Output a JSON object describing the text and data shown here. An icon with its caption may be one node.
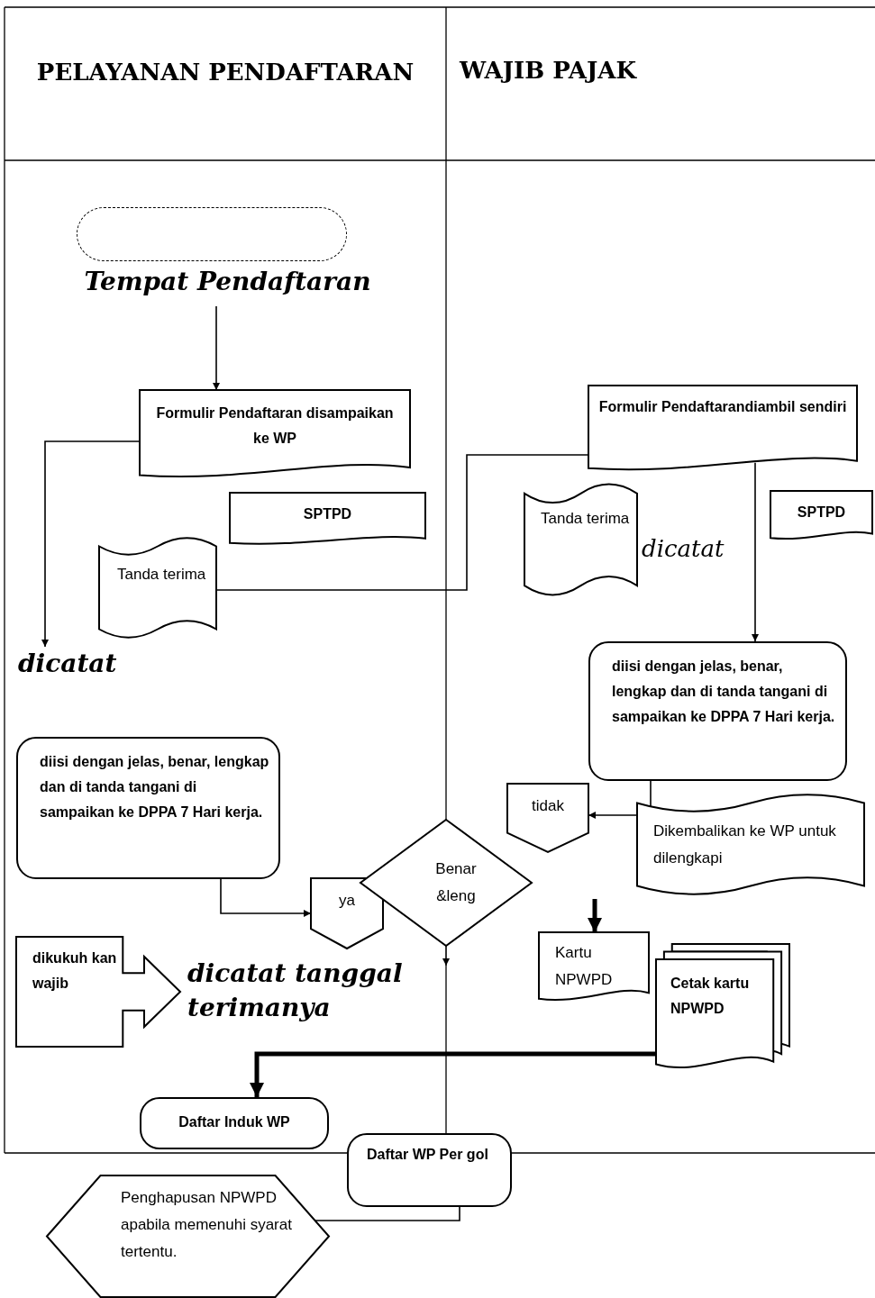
{
  "diagram": {
    "nodes": [
      {
        "text": [
          "Tempat Pendaftaran"
        ]
      },
      {
        "text": [
          "Formulir Pendaftaran disampaikan ke WP"
        ]
      },
      {
        "text": [
          "SPTPD"
        ]
      },
      {
        "text": [
          "Tanda terima"
        ]
      },
      {
        "text": [
          "dicatat"
        ]
      },
      {
        "text": [
          "Formulir Pendaftarandiambil sendiri"
        ]
      },
      {
        "text": [
          "SPTPD"
        ]
      },
      {
        "text": [
          "Tanda terima"
        ]
      },
      {
        "text": [
          "dicatat"
        ]
      },
      {
        "text": [
          "diisi dengan jelas, benar, lengkap dan di tanda tangani di sampaikan ke DPPA 7 Hari kerja."
        ]
      },
      {
        "text": [
          "tidak"
        ]
      },
      {
        "text": [
          "Dikembalikan ke WP untuk dilengkapi"
        ]
      },
      {
        "text": [
          "diisi dengan jelas, benar, lengkap dan di tanda tangani di sampaikan ke DPPA 7 Hari kerja."
        ]
      },
      {
        "text": [
          "ya"
        ]
      },
      {
        "text": [
          "Benar &leng"
        ]
      },
      {
        "text": [
          "dikukuh kan wajib"
        ]
      },
      {
        "text": [
          "dicatat tanggal terimanya"
        ]
      },
      {
        "text": [
          "Kartu NPWPD"
        ]
      },
      {
        "text": [
          "Cetak kartu NPWPD"
        ]
      },
      {
        "text": [
          "Daftar Induk WP"
        ]
      },
      {
        "text": [
          "Daftar WP Per gol"
        ]
      },
      {
        "text": [
          "Penghapusan NPWPD apabila memenuhi syarat tertentu."
        ]
      }
    ],
    "edges": [
      {
        "from": 0,
        "to": 1,
        "arrow": "to"
      },
      {
        "from": 1,
        "to": 4,
        "arrow": "to"
      },
      {
        "from": 3,
        "to": 5,
        "arrow": "none"
      },
      {
        "from": 5,
        "to": 9,
        "arrow": "to"
      },
      {
        "from": 9,
        "to": 11,
        "arrow": "none"
      },
      {
        "from": 11,
        "to": 10,
        "arrow": "to"
      },
      {
        "from": 12,
        "to": 13,
        "arrow": "to"
      },
      {
        "from": 14,
        "to": null,
        "arrow": "to"
      },
      {
        "from": null,
        "to": 17,
        "arrow": "to",
        "style": "thick"
      },
      {
        "from": 18,
        "to": 19,
        "arrow": "to",
        "style": "thick"
      },
      {
        "from": 20,
        "to": 21,
        "arrow": "none"
      }
    ],
    "labels": [
      "PELAYANAN PENDAFTARAN",
      "WAJIB PAJAK"
    ]
  }
}
